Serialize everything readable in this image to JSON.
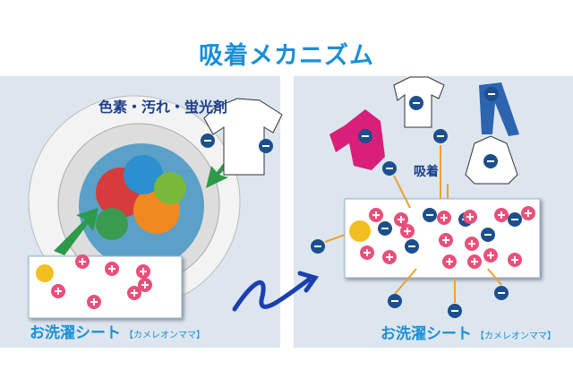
{
  "title": "吸着メカニズム",
  "left_panel": {
    "stains_label": "色素・汚れ・蛍光剤",
    "sheet_label": "お洗濯シート",
    "brand": "【カメレオンママ】"
  },
  "right_panel": {
    "adsorb_label": "吸着",
    "sheet_label": "お洗濯シート",
    "brand": "【カメレオンママ】"
  },
  "colors": {
    "title": "#1a8fd6",
    "panel": "#dde6ee",
    "minus": "#1c4f8c",
    "plus": "#e8507a",
    "arrow": "#f0a030"
  },
  "icons": {
    "minus": "negative-charge-icon",
    "plus": "positive-charge-icon"
  }
}
